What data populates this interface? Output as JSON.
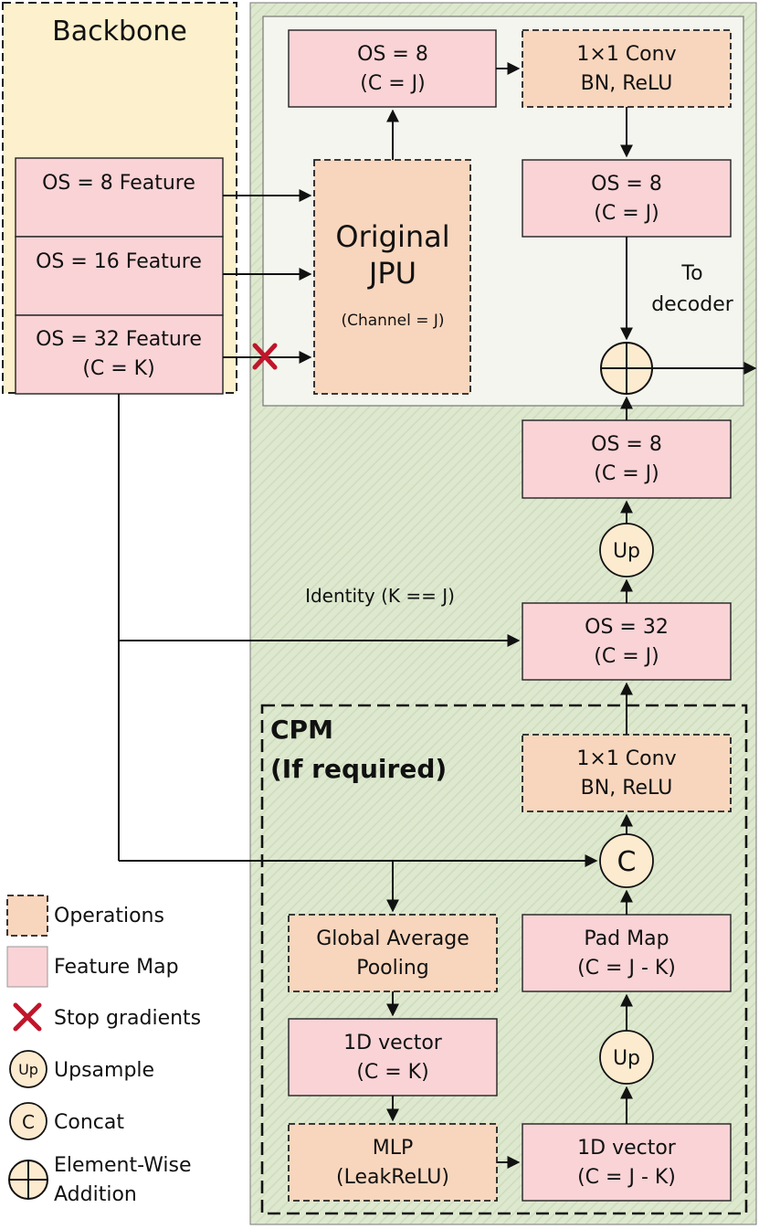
{
  "backbone": {
    "title": "Backbone",
    "features": [
      {
        "line1": "OS = 8 Feature",
        "line2": ""
      },
      {
        "line1": "OS = 16 Feature",
        "line2": ""
      },
      {
        "line1": "OS = 32 Feature",
        "line2": "(C = K)"
      }
    ]
  },
  "jpu": {
    "line1": "Original",
    "line2": "JPU",
    "line3": "(Channel = J)"
  },
  "top_os8": {
    "line1": "OS = 8",
    "line2": "(C = J)"
  },
  "top_conv": {
    "line1": "1×1 Conv",
    "line2": "BN, ReLU"
  },
  "mid_os8": {
    "line1": "OS = 8",
    "line2": "(C = J)"
  },
  "to_decoder": {
    "line1": "To",
    "line2": "decoder"
  },
  "low_os8": {
    "line1": "OS = 8",
    "line2": "(C = J)"
  },
  "up_label": "Up",
  "identity_label": "Identity (K == J)",
  "os32": {
    "line1": "OS = 32",
    "line2": "(C = J)"
  },
  "cpm": {
    "line1": "CPM",
    "line2": "(If required)"
  },
  "cpm_conv": {
    "line1": "1×1 Conv",
    "line2": "BN, ReLU"
  },
  "concat_label": "C",
  "gap": {
    "line1": "Global Average",
    "line2": "Pooling"
  },
  "pad_map": {
    "line1": "Pad Map",
    "line2": "(C = J - K)"
  },
  "vec_k": {
    "line1": "1D vector",
    "line2": "(C = K)"
  },
  "mlp": {
    "line1": "MLP",
    "line2": "(LeakReLU)"
  },
  "vec_jk": {
    "line1": "1D vector",
    "line2": "(C = J - K)"
  },
  "legend": [
    {
      "symbol": "operations",
      "label": "Operations"
    },
    {
      "symbol": "feature-map",
      "label": "Feature Map"
    },
    {
      "symbol": "stop-gradient",
      "label": "Stop gradients"
    },
    {
      "symbol": "upsample",
      "glyph": "Up",
      "label": "Upsample"
    },
    {
      "symbol": "concat",
      "glyph": "C",
      "label": "Concat"
    },
    {
      "symbol": "element-wise-addition",
      "label1": "Element-Wise",
      "label2": "Addition"
    }
  ],
  "colors": {
    "feature": "#f9d3d6",
    "operation": "#f8d6bd",
    "backbone": "#fdf0cc",
    "green_panel": "#dde8cf",
    "stop_cross": "#c0152a"
  }
}
